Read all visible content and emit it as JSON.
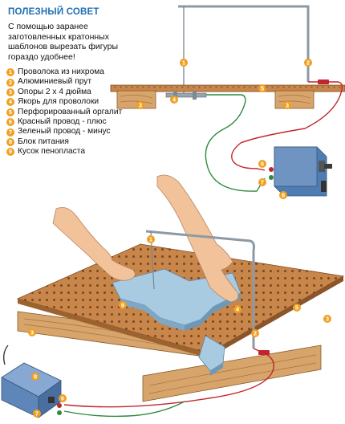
{
  "title": "ПОЛЕЗНЫЙ СОВЕТ",
  "text": "С помощью заранее заготовленных кратонных шаблонов вырезать фигуры гораздо удобнее!",
  "legend": [
    {
      "num": "1",
      "label": "Проволока из нихрома"
    },
    {
      "num": "2",
      "label": "Алюминиевый прут"
    },
    {
      "num": "3",
      "label": "Опоры 2 х 4 дюйма"
    },
    {
      "num": "4",
      "label": "Якорь для проволоки"
    },
    {
      "num": "5",
      "label": "Перфорированный оргалит"
    },
    {
      "num": "6",
      "label": "Красный провод - плюс"
    },
    {
      "num": "7",
      "label": "Зеленый провод - минус"
    },
    {
      "num": "8",
      "label": "Блок питания"
    },
    {
      "num": "9",
      "label": "Кусок пенопласта"
    }
  ],
  "callouts": {
    "c1": "1",
    "c2": "2",
    "c3": "3",
    "c4": "4",
    "c5": "5",
    "c6": "6",
    "c7": "7",
    "c8": "8",
    "c9": "9"
  },
  "colors": {
    "accent": "#1f6fb4",
    "callout": "#f0a020",
    "wood": "#c9935a",
    "board": "#c8864a",
    "foam": "#a9cbe2",
    "power": "#6f94c2",
    "red_wire": "#c0272d",
    "green_wire": "#2f8a3f"
  }
}
